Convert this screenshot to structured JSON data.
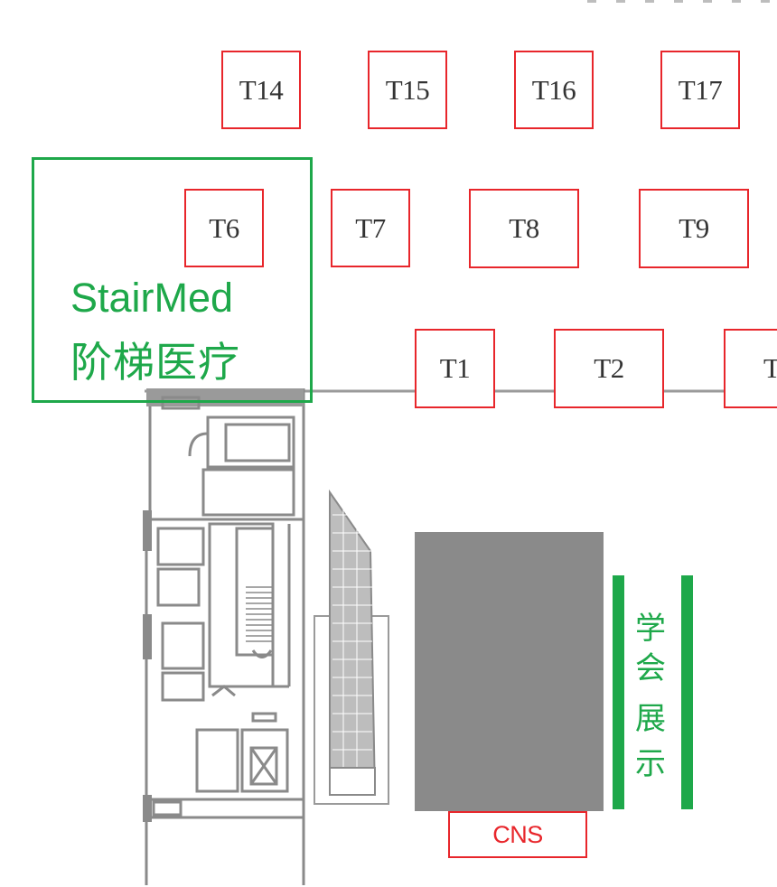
{
  "colors": {
    "booth_border": "#e8262b",
    "highlight": "#1ea84a",
    "plan_gray": "#8a8a8a",
    "exhibit_block": "#8a8a8a"
  },
  "booths": {
    "T14": "T14",
    "T15": "T15",
    "T16": "T16",
    "T17": "T17",
    "T6": "T6",
    "T7": "T7",
    "T8": "T8",
    "T9": "T9",
    "T1": "T1",
    "T2": "T2",
    "T3_partial": "T",
    "CNS": "CNS"
  },
  "highlight": {
    "name_en": "StairMed",
    "name_cn": "阶梯医疗"
  },
  "academic_exhibit": {
    "chars": [
      "学",
      "会",
      "展",
      "示"
    ]
  }
}
